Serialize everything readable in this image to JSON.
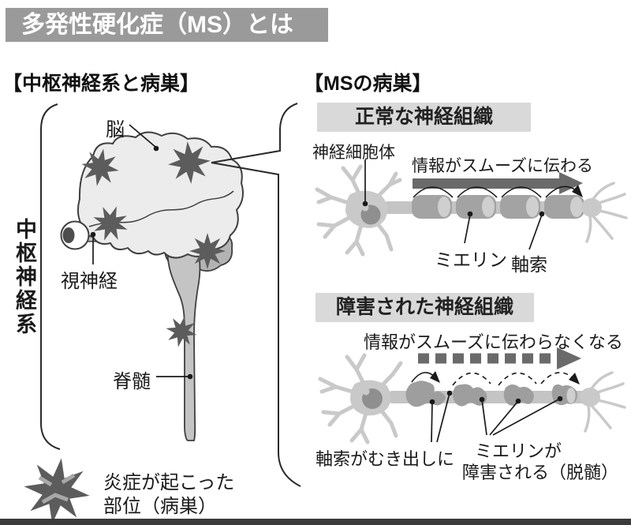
{
  "title": "多発性硬化症（MS）とは",
  "left_panel": {
    "header": "【中枢神経系と病巣】",
    "vertical_label": "中枢神経系",
    "labels": {
      "brain": "脳",
      "optic_nerve": "視神経",
      "spinal_cord": "脊髄"
    },
    "legend": {
      "line1": "炎症が起こった",
      "line2": "部位（病巣）"
    }
  },
  "right_panel": {
    "header": "【MSの病巣】",
    "normal_section": {
      "banner": "正常な神経組織",
      "caption": "情報がスムーズに伝わる",
      "labels": {
        "cell_body": "神経細胞体",
        "myelin": "ミエリン",
        "axon": "軸索"
      }
    },
    "damaged_section": {
      "banner": "障害された神経組織",
      "caption": "情報がスムーズに伝わらなくなる",
      "labels": {
        "axon_exposed": "軸索がむき出しに",
        "myelin_damaged_line1": "ミエリンが",
        "myelin_damaged_line2": "障害される（脱髄）"
      }
    }
  },
  "colors": {
    "title_banner_bg": "#9a9a9a",
    "title_text": "#ffffff",
    "section_banner_bg": "#d9d9d9",
    "lesion_star": "#5c5c5c",
    "arrow": "#6a6a6a",
    "brain_fill": "#ececec",
    "cerebellum_fill": "#b3b3b3",
    "nerve_fill": "#c4c4c4",
    "neuron_fill": "#c9c9c9",
    "nucleus_fill": "#8f8f8f",
    "myelin_fill": "#a3a3a3",
    "myelin_cap": "#cfcfcf",
    "footer_bar": "#3b3b3b"
  }
}
